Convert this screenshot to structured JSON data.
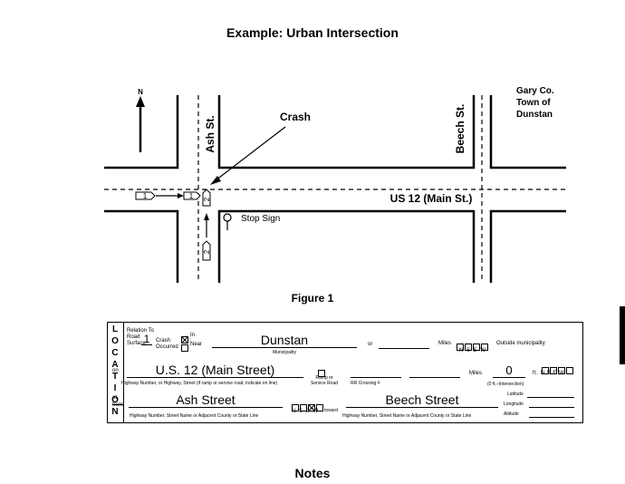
{
  "title": "Example: Urban Intersection",
  "figure_caption": "Figure 1",
  "notes_heading": "Notes",
  "diagram": {
    "north_label": "N",
    "crash_label": "Crash",
    "stop_sign_label": "Stop Sign",
    "street_ash": "Ash St.",
    "street_beech": "Beech St.",
    "street_main": "US 12 (Main St.)",
    "municipality_lines": [
      "Gary Co.",
      "Town of",
      "Dunstan"
    ],
    "vehicle1_marker": "1",
    "vehicle2_marker": "2"
  },
  "form": {
    "location_letters": [
      "L",
      "O",
      "C",
      "A",
      "T",
      "I",
      "O",
      "N"
    ],
    "relation_label": "Relation To Road Surface",
    "relation_value": "1",
    "crash_occurred": "Crash Occurred",
    "in_label": "In",
    "near_label": "Near",
    "municipality_value": "Dunstan",
    "municipality_caption": "Municipality",
    "or_label": "or",
    "miles_label": "Miles",
    "nsew": "N S E W",
    "outside_municipality": "Outside municipality",
    "on_label": "on",
    "highway_value": "U.S. 12 (Main Street)",
    "highway_caption": "Highway Number, or Highway, Street (if ramp or service road, indicate on line)",
    "ramp_label": "Ramp or Service Road",
    "rr_crossing": "RR Crossing #",
    "miles_label2": "Miles",
    "miles_value": "0",
    "ft_nsew": "ft. N S E W",
    "intersection_note": "(0 ft.–Intersection)",
    "at_label": "at",
    "from_label": "from",
    "ash_value": "Ash Street",
    "caption_left": "Highway Number, Street Name or Adjacent County or State Line",
    "nsew2": "N S E W",
    "toward_label": "toward",
    "beech_value": "Beech Street",
    "caption_right": "Highway Number, Street Name or Adjacent County or State Line",
    "latitude": "Latitude",
    "longitude": "Longitude",
    "altitude": "Altitude"
  }
}
